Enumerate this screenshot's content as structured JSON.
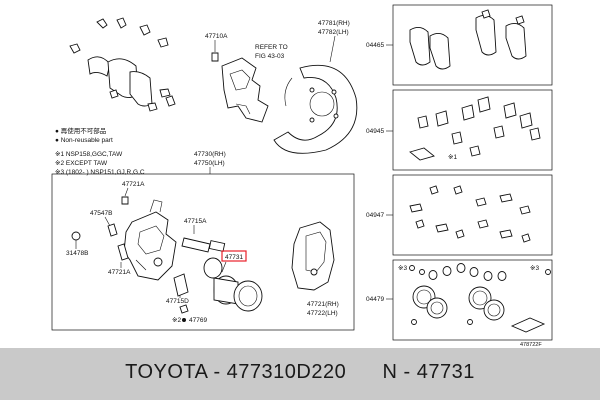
{
  "diagram": {
    "labels": {
      "p47710a": "47710A",
      "refer1": "REFER TO",
      "refer2": "FIG 43-03",
      "p47781": "47781(RH)",
      "p47782": "47782(LH)",
      "p04465": "04465",
      "p04945": "04945",
      "p04947": "04947",
      "p04479": "04479",
      "p47730": "47730(RH)",
      "p47750": "47750(LH)",
      "p47721a_top": "47721A",
      "p47547b": "47547B",
      "p31478b": "31478B",
      "p47721a_bot": "47721A",
      "p47715a": "47715A",
      "p47731": "47731",
      "p47715d": "47715D",
      "p47769": "47769",
      "p47721": "47721(RH)",
      "p47722": "47722(LH)",
      "mark1": "※1",
      "mark2": "※2",
      "mark3": "※3",
      "fig_no": "478722F"
    },
    "legend": {
      "line1": "● 再使用不可部品",
      "line2": "● Non-reusable part",
      "line3": "※1  NSP158,GGC,TAW",
      "line4": "※2  EXCEPT TAW",
      "line5": "※3  (1802-      ) NSP151,GJ,R,G,C"
    },
    "highlight_color": "#e8202a"
  },
  "footer": {
    "text": "TOYOTA - 477310D220      N - 47731"
  }
}
